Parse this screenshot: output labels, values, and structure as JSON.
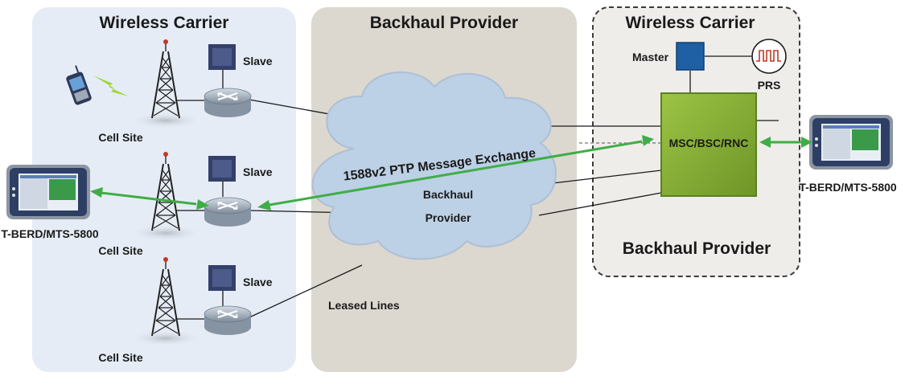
{
  "regions": {
    "left_title": "Wireless Carrier",
    "middle_title": "Backhaul Provider",
    "right_title": "Wireless Carrier",
    "right_bottom_title": "Backhaul Provider"
  },
  "labels": {
    "slave": "Slave",
    "cell_site": "Cell Site",
    "master": "Master",
    "prs": "PRS",
    "msc": "MSC/BSC/RNC",
    "tester": "T-BERD/MTS-5800",
    "ptp": "1588v2 PTP Message Exchange",
    "cloud_line1": "Backhaul",
    "cloud_line2": "Provider",
    "leased": "Leased Lines"
  },
  "colors": {
    "left_bg": "#e6ecf6",
    "middle_bg": "#dcd8d0",
    "right_bg": "#efedea",
    "cloud": "#bcd0e6",
    "msc_fill": "#8fb63c",
    "master_fill": "#1f5fa3",
    "arrow": "#3fad46"
  },
  "icons": [
    "cell-tower-icon",
    "router-icon",
    "slave-clock-icon",
    "mobile-phone-icon",
    "master-clock-icon",
    "prs-clock-icon",
    "test-set-icon"
  ]
}
